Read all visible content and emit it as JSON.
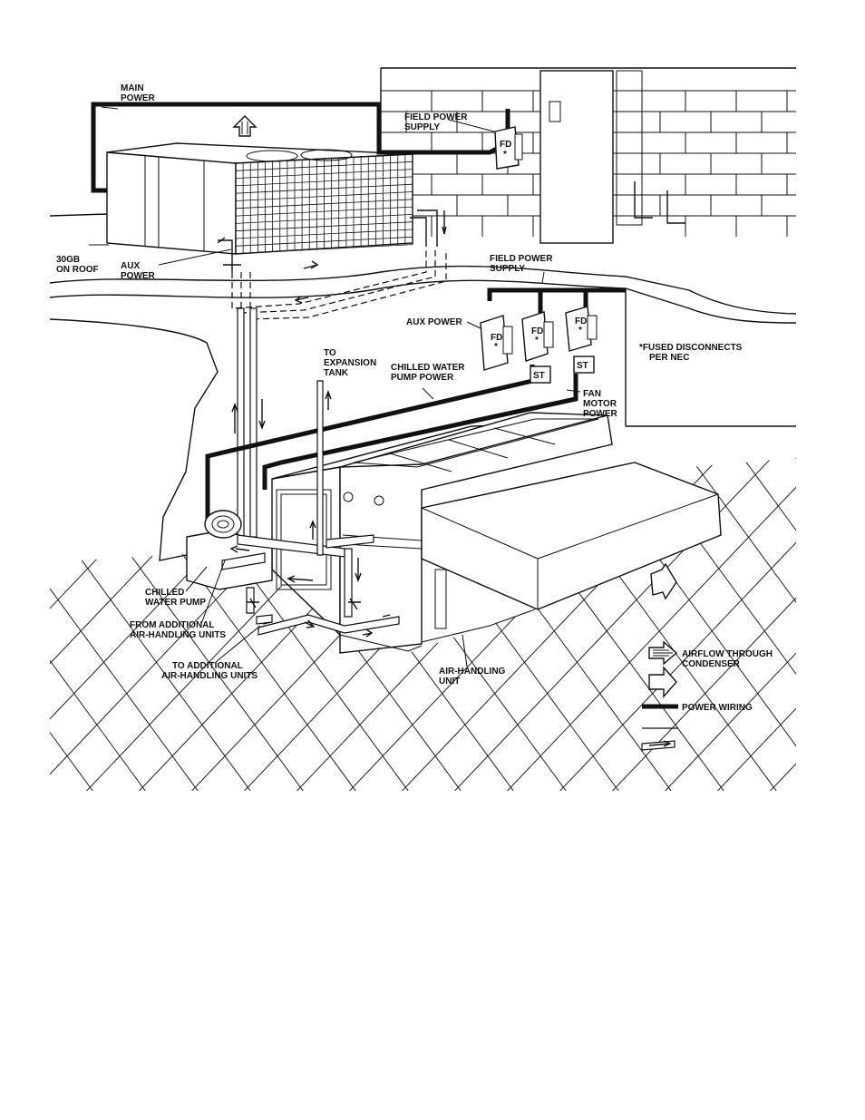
{
  "labels": {
    "main_power": [
      "MAIN",
      "POWER"
    ],
    "field_power_supply_top": [
      "FIELD POWER",
      "SUPPLY"
    ],
    "unit_30gb": [
      "30GB",
      "ON ROOF"
    ],
    "aux_power_top": [
      "AUX",
      "POWER"
    ],
    "field_power_supply_right": [
      "FIELD POWER",
      "SUPPLY"
    ],
    "aux_power_right": "AUX POWER",
    "fused_disconnects": [
      "*FUSED DISCONNECTS",
      "PER NEC"
    ],
    "to_expansion_tank": [
      "TO",
      "EXPANSION",
      "TANK"
    ],
    "chilled_water_pump_power": [
      "CHILLED WATER",
      "PUMP POWER"
    ],
    "fan_motor_power": [
      "FAN",
      "MOTOR",
      "POWER"
    ],
    "chilled_water_pump": [
      "CHILLED",
      "WATER PUMP"
    ],
    "from_additional": [
      "FROM ADDITIONAL",
      "AIR-HANDLING UNITS"
    ],
    "to_additional": [
      "TO ADDITIONAL",
      "AIR-HANDLING UNITS"
    ],
    "air_handling_unit": [
      "AIR-HANDLING",
      "UNIT"
    ],
    "fd": "FD",
    "star": "*",
    "st": "ST"
  },
  "legend": {
    "items": [
      {
        "symbol": "hollow-arrow-hatched",
        "text": [
          "AIRFLOW THROUGH",
          "CONDENSER"
        ]
      },
      {
        "symbol": "hollow-arrow",
        "text": [
          ""
        ]
      },
      {
        "symbol": "thick-line",
        "text": [
          "POWER WIRING"
        ]
      },
      {
        "symbol": "thin-line",
        "text": [
          ""
        ]
      },
      {
        "symbol": "pipe-arrow",
        "text": [
          ""
        ]
      }
    ]
  }
}
